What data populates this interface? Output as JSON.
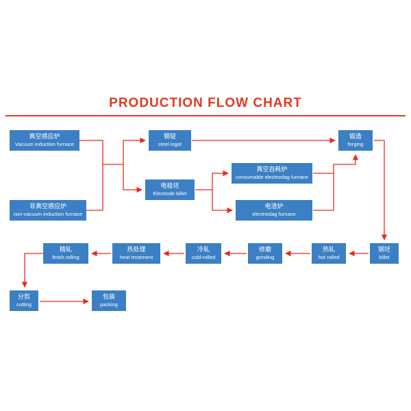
{
  "title": "PRODUCTION FLOW CHART",
  "colors": {
    "title_red": "#e03a21",
    "arrow_red": "#e8291c",
    "box_blue": "#3b7fc4",
    "box_text": "#ffffff",
    "background": "#ffffff"
  },
  "nodes": [
    {
      "id": "vacuum-induction-furnace",
      "cn": "真空感应炉",
      "en": "Vacuum induction furnace"
    },
    {
      "id": "non-vacuum-induction-furnace",
      "cn": "非真空感应炉",
      "en": "non-vacuum induction furnace"
    },
    {
      "id": "steel-ingot",
      "cn": "钢锭",
      "en": "steel ingot"
    },
    {
      "id": "electrode-billet",
      "cn": "电极坯",
      "en": "Electrode billet"
    },
    {
      "id": "consumable-electroslag-furnace",
      "cn": "真空自耗炉",
      "en": "consumable electroslag furnace"
    },
    {
      "id": "electroslag-furnace",
      "cn": "电渣炉",
      "en": "electroslag furnace"
    },
    {
      "id": "forging",
      "cn": "锻造",
      "en": "forging"
    },
    {
      "id": "billet",
      "cn": "钢坯",
      "en": "billet"
    },
    {
      "id": "hot-rolled",
      "cn": "热轧",
      "en": "hot rolled"
    },
    {
      "id": "grinding",
      "cn": "修磨",
      "en": "grinding"
    },
    {
      "id": "cold-rolled",
      "cn": "冷轧",
      "en": "cold-rolled"
    },
    {
      "id": "heat-treatment",
      "cn": "热处理",
      "en": "heat treatment"
    },
    {
      "id": "finish-rolling",
      "cn": "精轧",
      "en": "finish rolling"
    },
    {
      "id": "cutting",
      "cn": "分剪",
      "en": "cutting"
    },
    {
      "id": "packing",
      "cn": "包装",
      "en": "packing"
    }
  ],
  "edges": [
    {
      "from": "vacuum-induction-furnace",
      "to": "steel-ingot"
    },
    {
      "from": "vacuum-induction-furnace",
      "to": "electrode-billet"
    },
    {
      "from": "non-vacuum-induction-furnace",
      "to": "steel-ingot"
    },
    {
      "from": "non-vacuum-induction-furnace",
      "to": "electrode-billet"
    },
    {
      "from": "steel-ingot",
      "to": "forging"
    },
    {
      "from": "electrode-billet",
      "to": "consumable-electroslag-furnace"
    },
    {
      "from": "electrode-billet",
      "to": "electroslag-furnace"
    },
    {
      "from": "consumable-electroslag-furnace",
      "to": "forging"
    },
    {
      "from": "electroslag-furnace",
      "to": "forging"
    },
    {
      "from": "forging",
      "to": "billet"
    },
    {
      "from": "billet",
      "to": "hot-rolled"
    },
    {
      "from": "hot-rolled",
      "to": "grinding"
    },
    {
      "from": "grinding",
      "to": "cold-rolled"
    },
    {
      "from": "cold-rolled",
      "to": "heat-treatment"
    },
    {
      "from": "heat-treatment",
      "to": "finish-rolling"
    },
    {
      "from": "finish-rolling",
      "to": "cutting"
    },
    {
      "from": "cutting",
      "to": "packing"
    }
  ]
}
